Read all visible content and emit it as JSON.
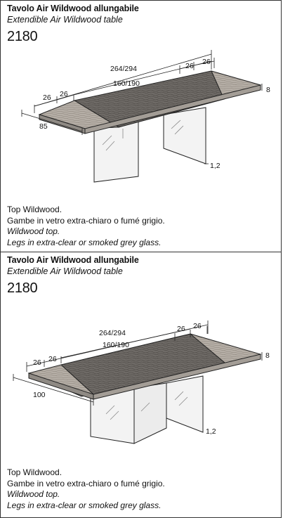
{
  "variants": [
    {
      "title": "Tavolo Air Wildwood allungabile",
      "subtitle": "Extendible Air Wildwood table",
      "code": "2180",
      "dims": {
        "length": "264/294",
        "inner": "160/190",
        "ext_left_1": "26",
        "ext_left_2": "26",
        "ext_right_1": "26",
        "ext_right_2": "26",
        "height": "8",
        "depth": "85",
        "leg": "1,2"
      },
      "desc": {
        "line1": "Top Wildwood.",
        "line2": "Gambe in vetro extra-chiaro o fumé grigio.",
        "line3": "Wildwood top.",
        "line4": "Legs in extra-clear or smoked grey glass."
      }
    },
    {
      "title": "Tavolo Air Wildwood allungabile",
      "subtitle": "Extendible Air Wildwood table",
      "code": "2180",
      "dims": {
        "length": "264/294",
        "inner": "160/190",
        "ext_left_1": "26",
        "ext_left_2": "26",
        "ext_right_1": "26",
        "ext_right_2": "26",
        "height": "8",
        "depth": "100",
        "leg": "1,2"
      },
      "desc": {
        "line1": "Top Wildwood.",
        "line2": "Gambe in vetro extra-chiaro o fumé grigio.",
        "line3": "Wildwood top.",
        "line4": "Legs in extra-clear or smoked grey glass."
      }
    }
  ],
  "colors": {
    "wood_dark": "#6e6a66",
    "wood_light": "#b5aea6",
    "glass": "#f2f2f2",
    "line": "#222222"
  }
}
